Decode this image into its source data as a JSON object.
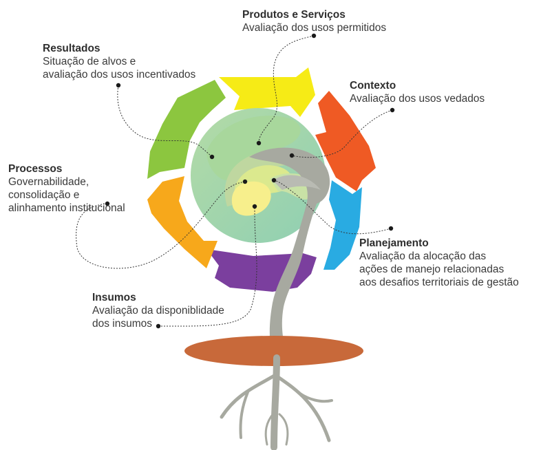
{
  "colors": {
    "yellow": "#f6eb16",
    "orange_red": "#ef5a24",
    "blue": "#29abe2",
    "purple": "#7b3f9e",
    "orange": "#f7a81b",
    "green": "#8cc63f",
    "stem": "#a7a9a0",
    "ground": "#c8693a"
  },
  "labels": {
    "produtos": {
      "title": "Produtos e Serviços",
      "desc": "Avaliação dos usos permitidos"
    },
    "resultados": {
      "title": "Resultados",
      "desc": "Situação de alvos e\navaliação dos usos incentivados"
    },
    "contexto": {
      "title": "Contexto",
      "desc": "Avaliação dos usos vedados"
    },
    "processos": {
      "title": "Processos",
      "desc": "Governabilidade,\nconsolidação  e\nalinhamento institucional"
    },
    "planejamento": {
      "title": "Planejamento",
      "desc": "Avaliação da alocação das\nações de manejo relacionadas\naos desafios territoriais de gestão"
    },
    "insumos": {
      "title": "Insumos",
      "desc": "Avaliação da disponiblidade\ndos insumos"
    }
  }
}
